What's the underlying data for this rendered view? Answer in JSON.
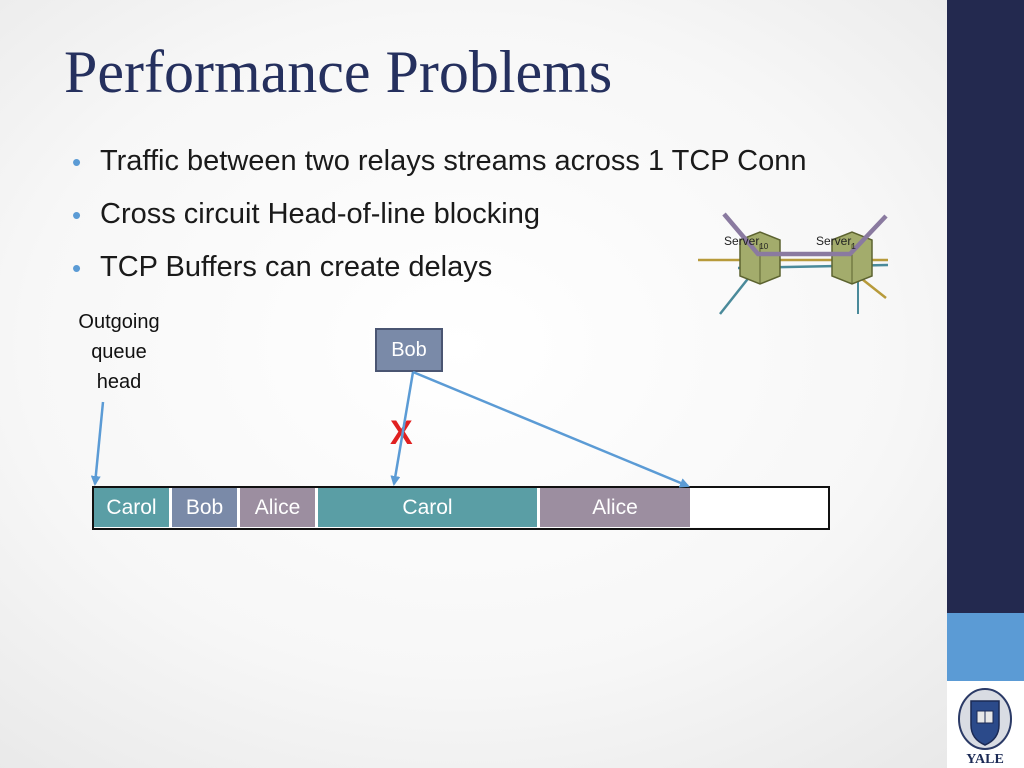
{
  "slide": {
    "title": "Performance Problems",
    "bullets": [
      "Traffic between two relays streams across 1 TCP Conn",
      "Cross circuit Head-of-line blocking",
      "TCP Buffers can create delays"
    ]
  },
  "diagram": {
    "outgoing_label": [
      "Outgoing",
      "queue",
      "head"
    ],
    "incoming_cell": "Bob",
    "blocked_mark": "X",
    "queue_segments": [
      {
        "label": "Carol",
        "stream": "carol"
      },
      {
        "label": "Bob",
        "stream": "bob"
      },
      {
        "label": "Alice",
        "stream": "alice"
      },
      {
        "label": "Carol",
        "stream": "carol"
      },
      {
        "label": "Alice",
        "stream": "alice"
      },
      {
        "label": "",
        "stream": "empty"
      }
    ],
    "servers": [
      {
        "label": "Server",
        "sub": "10"
      },
      {
        "label": "Server",
        "sub": "1"
      }
    ]
  },
  "logo": {
    "text": "YALE"
  },
  "colors": {
    "sidebar_dark": "#23294f",
    "sidebar_accent": "#5b9bd5",
    "carol": "#5a9ea5",
    "bob": "#7a8aa8",
    "alice": "#9c8ea0",
    "arrow": "#5b9bd5",
    "block": "#e02020"
  }
}
